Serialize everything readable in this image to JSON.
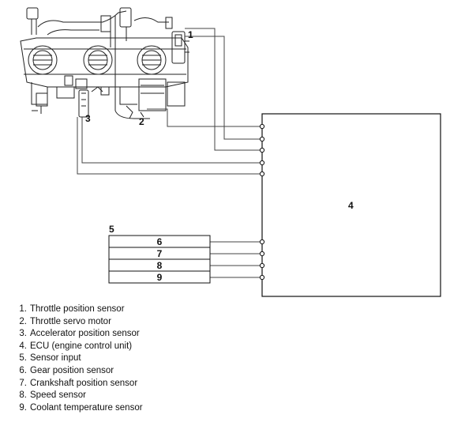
{
  "callouts": {
    "throttle_position_sensor": "1",
    "throttle_servo_motor": "2",
    "accelerator_position_sensor": "3",
    "ecu": "4",
    "sensor_input": "5"
  },
  "sensor_inputs": [
    "6",
    "7",
    "8",
    "9"
  ],
  "legend": [
    {
      "num": "1.",
      "text": "Throttle position sensor"
    },
    {
      "num": "2.",
      "text": "Throttle servo motor"
    },
    {
      "num": "3.",
      "text": "Accelerator position sensor"
    },
    {
      "num": "4.",
      "text": "ECU (engine control unit)"
    },
    {
      "num": "5.",
      "text": "Sensor input"
    },
    {
      "num": "6.",
      "text": "Gear position sensor"
    },
    {
      "num": "7.",
      "text": "Crankshaft position sensor"
    },
    {
      "num": "8.",
      "text": "Speed sensor"
    },
    {
      "num": "9.",
      "text": "Coolant temperature sensor"
    }
  ]
}
